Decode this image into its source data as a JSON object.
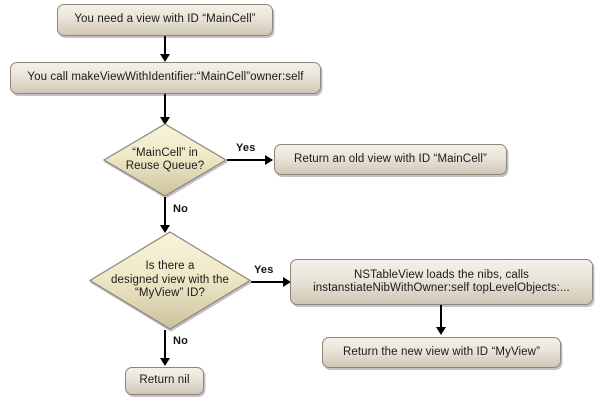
{
  "diagram": {
    "title": "NSTableView view reuse flowchart",
    "background_color": "#ffffff",
    "box_fill_top": "#f4f1ea",
    "box_fill_bottom": "#cfc7b6",
    "diamond_fill_top": "#f7f3d8",
    "diamond_fill_bottom": "#cfc6a8",
    "border_color": "#8e8577",
    "shadow_color": "#968ca5",
    "line_color": "#000000"
  },
  "nodes": {
    "need_view": {
      "type": "process",
      "label": "You need a view with ID “MainCell”"
    },
    "call_make_view": {
      "type": "process",
      "label": "You call makeViewWithIdentifier:“MainCell”owner:self"
    },
    "reuse_queue_decision": {
      "type": "decision",
      "label": "“MainCell” in\nReuse Queue?"
    },
    "return_old_view": {
      "type": "process",
      "label": "Return an old view with ID “MainCell”"
    },
    "designed_view_decision": {
      "type": "decision",
      "label": "Is there a\ndesigned view with the\n“MyView” ID?"
    },
    "loads_nibs": {
      "type": "process",
      "label_line1": "NSTableView loads the nibs, calls",
      "label_line2": "instanstiateNibWithOwner:self topLevelObjects:..."
    },
    "return_new_view": {
      "type": "process",
      "label": "Return the new view with ID “MyView”"
    },
    "return_nil": {
      "type": "process",
      "label": "Return nil"
    }
  },
  "edges": {
    "need_to_call": {
      "label": ""
    },
    "call_to_reuse": {
      "label": ""
    },
    "reuse_yes": {
      "label": "Yes"
    },
    "reuse_no": {
      "label": "No"
    },
    "designed_yes": {
      "label": "Yes"
    },
    "designed_no": {
      "label": "No"
    },
    "nibs_to_newview": {
      "label": ""
    }
  }
}
